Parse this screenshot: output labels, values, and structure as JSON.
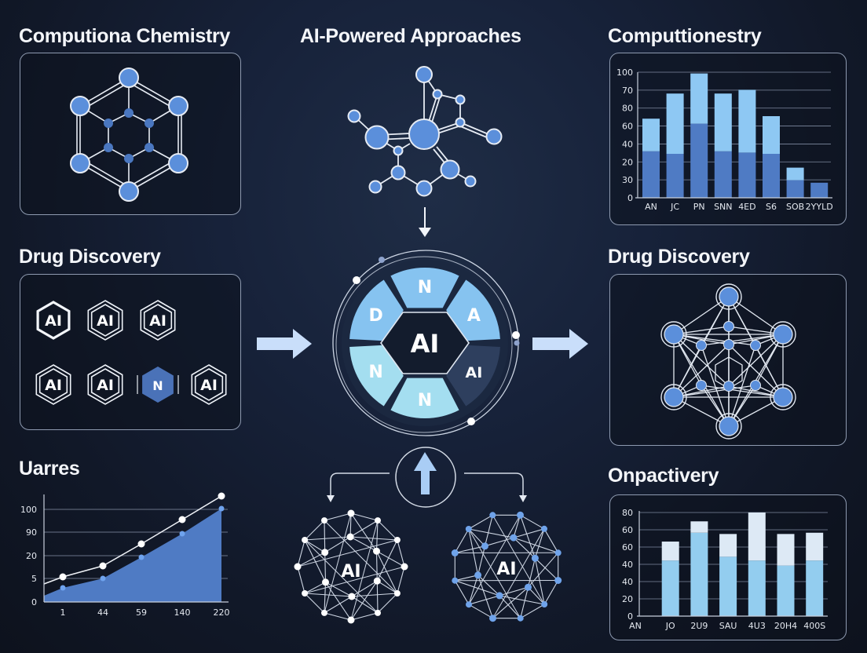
{
  "colors": {
    "background": "#151f33",
    "panel_border": "#8e9ab0",
    "node_blue": "#5b8fdb",
    "bar_dark": "#4f7bc4",
    "bar_light": "#8ec8f3",
    "bar_pale": "#dde9f5",
    "bar_sky": "#93cdef",
    "wheel_light": "#86c3f0",
    "wheel_cyan": "#a4def0",
    "wheel_dark": "#2e3f5e",
    "arrow": "#c9defa"
  },
  "panels": {
    "top_left": {
      "title": "Computiona Chemistry",
      "icon": "hexagonal-molecule-icon"
    },
    "top_center": {
      "title": "AI-Powered Approaches",
      "icon": "molecule-graph-icon"
    },
    "top_right": {
      "title": "Computtionestry"
    },
    "middle_left": {
      "title": "Drug Discovery",
      "badges": [
        "AI",
        "AI",
        "AI",
        "AI",
        "AI",
        "N",
        "AI"
      ]
    },
    "middle_right": {
      "title": "Drug Discovery",
      "icon": "icosahedral-molecule-icon"
    },
    "bottom_left": {
      "title": "Uarres"
    },
    "bottom_right": {
      "title": "Onpactivery"
    }
  },
  "center_wheel": {
    "hub": "AI",
    "segments": [
      {
        "label": "N",
        "position": "top"
      },
      {
        "label": "A",
        "position": "top-right"
      },
      {
        "label": "AI",
        "position": "bottom-right"
      },
      {
        "label": "N",
        "position": "bottom"
      },
      {
        "label": "N",
        "position": "bottom-left"
      },
      {
        "label": "D",
        "position": "top-left"
      }
    ]
  },
  "networks": {
    "left": {
      "label": "AI"
    },
    "right": {
      "label": "AI"
    }
  },
  "chart_data": [
    {
      "id": "top-right-chart",
      "type": "bar",
      "stacked": true,
      "title": "Computtionestry",
      "categories": [
        "AN",
        "JC",
        "PN",
        "SNN",
        "4ED",
        "S6",
        "SOB",
        "2YYLD"
      ],
      "yticks": [
        "0",
        "30",
        "20",
        "40",
        "60",
        "80",
        "70",
        "100"
      ],
      "series": [
        {
          "name": "lower",
          "color": "#4f7bc4",
          "values": [
            37,
            35,
            59,
            37,
            36,
            35,
            14,
            12
          ]
        },
        {
          "name": "upper",
          "color": "#8ec8f3",
          "values": [
            26,
            48,
            40,
            46,
            50,
            30,
            10,
            0
          ]
        }
      ],
      "totals": [
        63,
        83,
        99,
        83,
        86,
        65,
        24,
        12
      ],
      "grid": true
    },
    {
      "id": "bottom-left-chart",
      "type": "area",
      "title": "Uarres",
      "x": [
        "1",
        "44",
        "59",
        "140",
        "220"
      ],
      "yticks": [
        "0",
        "5",
        "20",
        "90",
        "100"
      ],
      "series": [
        {
          "name": "line",
          "color": "#ffffff",
          "values": [
            10,
            15,
            25,
            35,
            45
          ]
        },
        {
          "name": "area",
          "color": "#4f7bc4",
          "values": [
            5,
            10,
            20,
            30,
            40
          ]
        }
      ],
      "grid": true
    },
    {
      "id": "bottom-right-chart",
      "type": "bar",
      "stacked": true,
      "title": "Onpactivery",
      "categories": [
        "AN",
        "JO",
        "2U9",
        "SAU",
        "4U3",
        "20H4",
        "400S"
      ],
      "yticks": [
        "0",
        "20",
        "40",
        "40",
        "60",
        "60",
        "80"
      ],
      "series": [
        {
          "name": "lower",
          "color": "#93cdef",
          "values": [
            0,
            44,
            66,
            47,
            44,
            40,
            44
          ]
        },
        {
          "name": "upper",
          "color": "#dde9f5",
          "values": [
            0,
            15,
            9,
            18,
            38,
            25,
            22
          ]
        }
      ],
      "totals": [
        0,
        59,
        75,
        65,
        82,
        65,
        66
      ],
      "grid": true
    }
  ]
}
